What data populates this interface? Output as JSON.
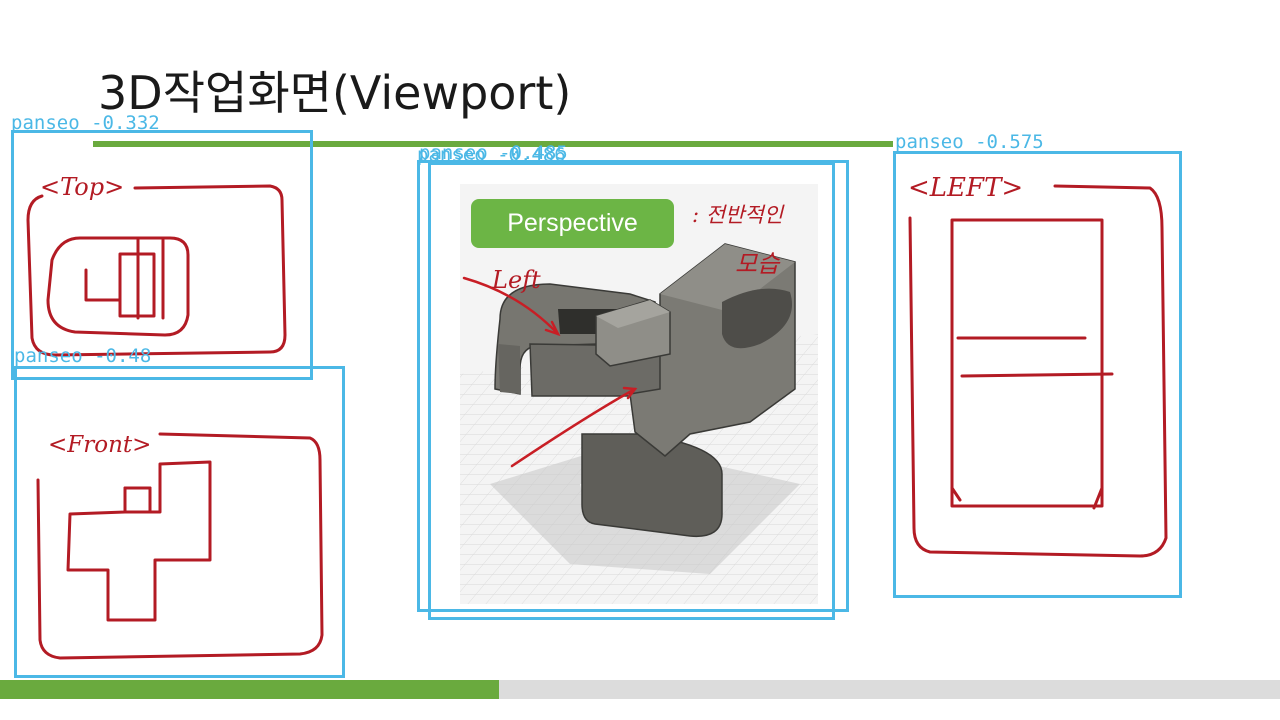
{
  "slide": {
    "title": "3D작업화면(Viewport)"
  },
  "detections": [
    {
      "label": "panseo -0.332"
    },
    {
      "label": "panseo -0.48"
    },
    {
      "label": "panseo -0.485"
    },
    {
      "label": "panseo -0.486"
    },
    {
      "label": "panseo -0.575"
    }
  ],
  "sketches": {
    "top_label": "<Top>",
    "front_label": "<Front>",
    "left_label": "<LEFT>",
    "viewport_note_left": "Left",
    "viewport_note_korean_1": ": 전반적인",
    "viewport_note_korean_2": "모습"
  },
  "viewport": {
    "button_label": "Perspective"
  },
  "progress": {
    "fraction": 0.39
  },
  "colors": {
    "accent_green": "#6aaa3e",
    "detection_blue": "#4bb8e6",
    "ink_red": "#b31b24"
  }
}
